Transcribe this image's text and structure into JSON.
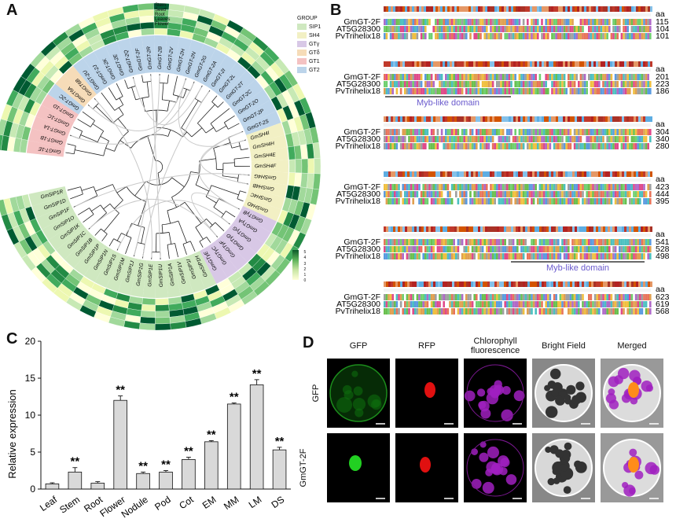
{
  "panel_labels": {
    "a": "A",
    "b": "B",
    "c": "C",
    "d": "D"
  },
  "panel_a": {
    "tissue_labels": [
      "Stem",
      "Seed",
      "Root",
      "Leaves",
      "Flower"
    ],
    "group_title": "GROUP",
    "groups": [
      {
        "name": "SIP1",
        "color": "#cfe8c0"
      },
      {
        "name": "SH4",
        "color": "#f2f0c4"
      },
      {
        "name": "GTγ",
        "color": "#d8c8e6"
      },
      {
        "name": "GTδ",
        "color": "#f6dcb8"
      },
      {
        "name": "GT1",
        "color": "#f4c2c2"
      },
      {
        "name": "GT2",
        "color": "#bcd4ea"
      }
    ],
    "scale_ticks": [
      "5",
      "4",
      "3",
      "2",
      "1",
      "0"
    ],
    "leaves": [
      {
        "label": "GmGT-1E",
        "group": 4
      },
      {
        "label": "GmGT-1B",
        "group": 4
      },
      {
        "label": "GmGT-1A",
        "group": 4
      },
      {
        "label": "GmGT-1C",
        "group": 4
      },
      {
        "label": "GmGT-1D",
        "group": 4
      },
      {
        "label": "GmGT-2C",
        "group": 5
      },
      {
        "label": "GmGT6A",
        "group": 3
      },
      {
        "label": "GmGT6B",
        "group": 3
      },
      {
        "label": "GmGT-2U",
        "group": 5
      },
      {
        "label": "GmGT-2J",
        "group": 5
      },
      {
        "label": "GmGT-2K",
        "group": 5
      },
      {
        "label": "GmGT-2E",
        "group": 5
      },
      {
        "label": "GmGT-2Q",
        "group": 5
      },
      {
        "label": "GmGT-2F",
        "group": 5
      },
      {
        "label": "GmGT-2R",
        "group": 5
      },
      {
        "label": "GmGT-2B",
        "group": 5
      },
      {
        "label": "GmGT-2V",
        "group": 5
      },
      {
        "label": "GmGT-2H",
        "group": 5
      },
      {
        "label": "GmGT-2N",
        "group": 5
      },
      {
        "label": "GmGT-2G",
        "group": 5
      },
      {
        "label": "GmGT-2A",
        "group": 5
      },
      {
        "label": "GmGT-2I",
        "group": 5
      },
      {
        "label": "GmGT-2L",
        "group": 5
      },
      {
        "label": "GmGT-2T",
        "group": 5
      },
      {
        "label": "GmGT-2C",
        "group": 5
      },
      {
        "label": "GmGT-2O",
        "group": 5
      },
      {
        "label": "GmGT-2P",
        "group": 5
      },
      {
        "label": "GmGT-2S",
        "group": 5
      },
      {
        "label": "GmSH4I",
        "group": 1
      },
      {
        "label": "GmSH4H",
        "group": 1
      },
      {
        "label": "GmSH4E",
        "group": 1
      },
      {
        "label": "GmSH4F",
        "group": 1
      },
      {
        "label": "GmSH4G",
        "group": 1
      },
      {
        "label": "GmSH4B",
        "group": 1
      },
      {
        "label": "GmSH4C",
        "group": 1
      },
      {
        "label": "GmSH4D",
        "group": 1
      },
      {
        "label": "GmGTγB",
        "group": 2
      },
      {
        "label": "GmGTγA",
        "group": 2
      },
      {
        "label": "GmGTγG",
        "group": 2
      },
      {
        "label": "GmGTγD",
        "group": 2
      },
      {
        "label": "GmGTγF",
        "group": 2
      },
      {
        "label": "GmGTγC",
        "group": 2
      },
      {
        "label": "GmGTγE",
        "group": 2
      },
      {
        "label": "GmSIP1H",
        "group": 0
      },
      {
        "label": "GmSIP1I",
        "group": 0
      },
      {
        "label": "GmSIP1V",
        "group": 0
      },
      {
        "label": "GmSIP1A",
        "group": 0
      },
      {
        "label": "GmSIP1U",
        "group": 0
      },
      {
        "label": "GmSIP1E",
        "group": 0
      },
      {
        "label": "GmSIP1G",
        "group": 0
      },
      {
        "label": "GmSIP1J",
        "group": 0
      },
      {
        "label": "GmSIP1M",
        "group": 0
      },
      {
        "label": "GmSIP1S",
        "group": 0
      },
      {
        "label": "GmSIP1N",
        "group": 0
      },
      {
        "label": "GmSIP1P",
        "group": 0
      },
      {
        "label": "GmSIP1B",
        "group": 0
      },
      {
        "label": "GmSIP1C",
        "group": 0
      },
      {
        "label": "GmSIP1K",
        "group": 0
      },
      {
        "label": "GmSIP1O",
        "group": 0
      },
      {
        "label": "GmSIP1F",
        "group": 0
      },
      {
        "label": "GmSIP1D",
        "group": 0
      },
      {
        "label": "GmSIP1R",
        "group": 0
      }
    ]
  },
  "panel_b": {
    "aa_label": "aa",
    "blocks": [
      {
        "names": [
          "GmGT-2F",
          "AT5G28300",
          "PvTrihelix18"
        ],
        "ends": [
          "115",
          "104",
          "101"
        ],
        "domain": ""
      },
      {
        "names": [
          "GmGT-2F",
          "AT5G28300",
          "PvTrihelix18"
        ],
        "ends": [
          "201",
          "223",
          "186"
        ],
        "domain": "Myb-like domain"
      },
      {
        "names": [
          "GmGT-2F",
          "AT5G28300",
          "PvTrihelix18"
        ],
        "ends": [
          "304",
          "340",
          "280"
        ],
        "domain": ""
      },
      {
        "names": [
          "GmGT-2F",
          "AT5G28300",
          "PvTrihelix18"
        ],
        "ends": [
          "423",
          "444",
          "395"
        ],
        "domain": ""
      },
      {
        "names": [
          "GmGT-2F",
          "AT5G28300",
          "PvTrihelix18"
        ],
        "ends": [
          "541",
          "528",
          "498"
        ],
        "domain": "Myb-like domain"
      },
      {
        "names": [
          "GmGT-2F",
          "AT5G28300",
          "PvTrihelix18"
        ],
        "ends": [
          "623",
          "619",
          "568"
        ],
        "domain": ""
      }
    ]
  },
  "chart_data": {
    "type": "bar",
    "ylabel": "Relative expression",
    "ylim": [
      0,
      20
    ],
    "yticks": [
      "0",
      "5",
      "10",
      "15",
      "20"
    ],
    "categories": [
      "Leaf",
      "Stem",
      "Root",
      "Flower",
      "Nodule",
      "Pod",
      "Cot",
      "EM",
      "MM",
      "LM",
      "DS"
    ],
    "values": [
      0.7,
      2.3,
      0.8,
      12.0,
      2.1,
      2.3,
      4.0,
      6.4,
      11.5,
      14.1,
      5.3
    ],
    "errors": [
      0.15,
      0.6,
      0.2,
      0.6,
      0.2,
      0.2,
      0.3,
      0.15,
      0.15,
      0.7,
      0.35
    ],
    "significance": [
      "",
      "**",
      "",
      "**",
      "**",
      "**",
      "**",
      "**",
      "**",
      "**",
      "**"
    ],
    "bar_color": "#d9d9d9"
  },
  "panel_d": {
    "columns": [
      "GFP",
      "RFP",
      "Chlorophyll fluorescence",
      "Bright Field",
      "Merged"
    ],
    "rows": [
      "GFP",
      "GmGT-2F"
    ]
  }
}
